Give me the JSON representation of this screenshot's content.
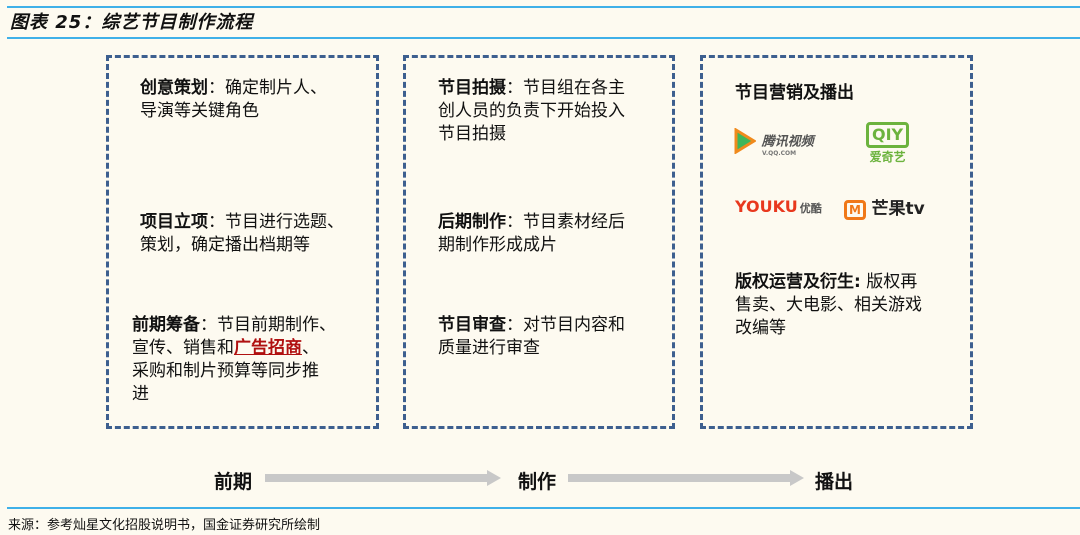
{
  "title": "图表 25：综艺节目制作流程",
  "box1": {
    "item1": {
      "head": "创意策划",
      "body1": "：确定制片人、",
      "body2": "导演等关键角色"
    },
    "item2": {
      "head": "项目立项",
      "body1": "：节目进行选题、",
      "body2": "策划，确定播出档期等"
    },
    "item3": {
      "head": "前期筹备",
      "body1": "：节目前期制作、",
      "body2a": "宣传、销售和",
      "highlight": "广告招商",
      "body2b": "、",
      "body3": "采购和制片预算等同步推",
      "body4": "进"
    }
  },
  "box2": {
    "item1": {
      "head": "节目拍摄",
      "body1": "：节目组在各主",
      "body2": "创人员的负责下开始投入",
      "body3": "节目拍摄"
    },
    "item2": {
      "head": "后期制作",
      "body1": "：节目素材经后",
      "body2": "期制作形成成片"
    },
    "item3": {
      "head": "节目审查",
      "body1": "：对节目内容和",
      "body2": "质量进行审查"
    }
  },
  "box3": {
    "heading": "节目营销及播出",
    "logos": {
      "tencent": "腾讯视频",
      "tencent_sub": "V.QQ.COM",
      "iqiyi": "QIY",
      "iqiyi_sub": "爱奇艺",
      "youku": "YOUKU",
      "youku_cn": "优酷",
      "mango": "芒果tv"
    },
    "item2": {
      "head": "版权运营及衍生:",
      "body1": " 版权再",
      "body2": "售卖、大电影、相关游戏",
      "body3": "改编等"
    }
  },
  "stages": [
    "前期",
    "制作",
    "播出"
  ],
  "source": "来源：参考灿星文化招股说明书，国金证券研究所绘制"
}
